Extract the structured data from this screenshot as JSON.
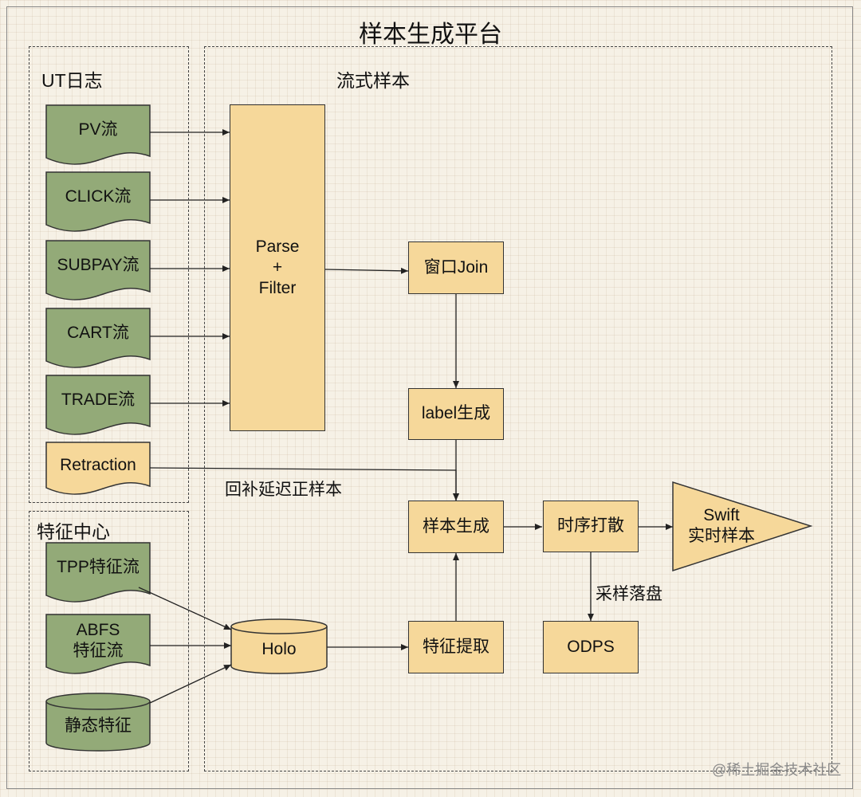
{
  "title": "样本生成平台",
  "groups": {
    "ut_log": "UT日志",
    "stream_sample": "流式样本",
    "feature_center": "特征中心"
  },
  "streams": {
    "pv": "PV流",
    "click": "CLICK流",
    "subpay": "SUBPAY流",
    "cart": "CART流",
    "trade": "TRADE流",
    "retraction": "Retraction",
    "tpp": "TPP特征流",
    "abfs_line1": "ABFS",
    "abfs_line2": "特征流",
    "static": "静态特征"
  },
  "process": {
    "parse_line1": "Parse",
    "parse_line2": "+",
    "parse_line3": "Filter",
    "window_join": "窗口Join",
    "label_gen": "label生成",
    "sample_gen": "样本生成",
    "shuffle": "时序打散",
    "feature_extract": "特征提取",
    "holo": "Holo",
    "odps": "ODPS",
    "swift_line1": "Swift",
    "swift_line2": "实时样本"
  },
  "edge_labels": {
    "backfill": "回补延迟正样本",
    "sampling": "采样落盘"
  },
  "watermark": "@稀土掘金技术社区",
  "colors": {
    "green_fill": "#93aa78",
    "orange_fill": "#f6d89a",
    "stroke": "#333333"
  }
}
